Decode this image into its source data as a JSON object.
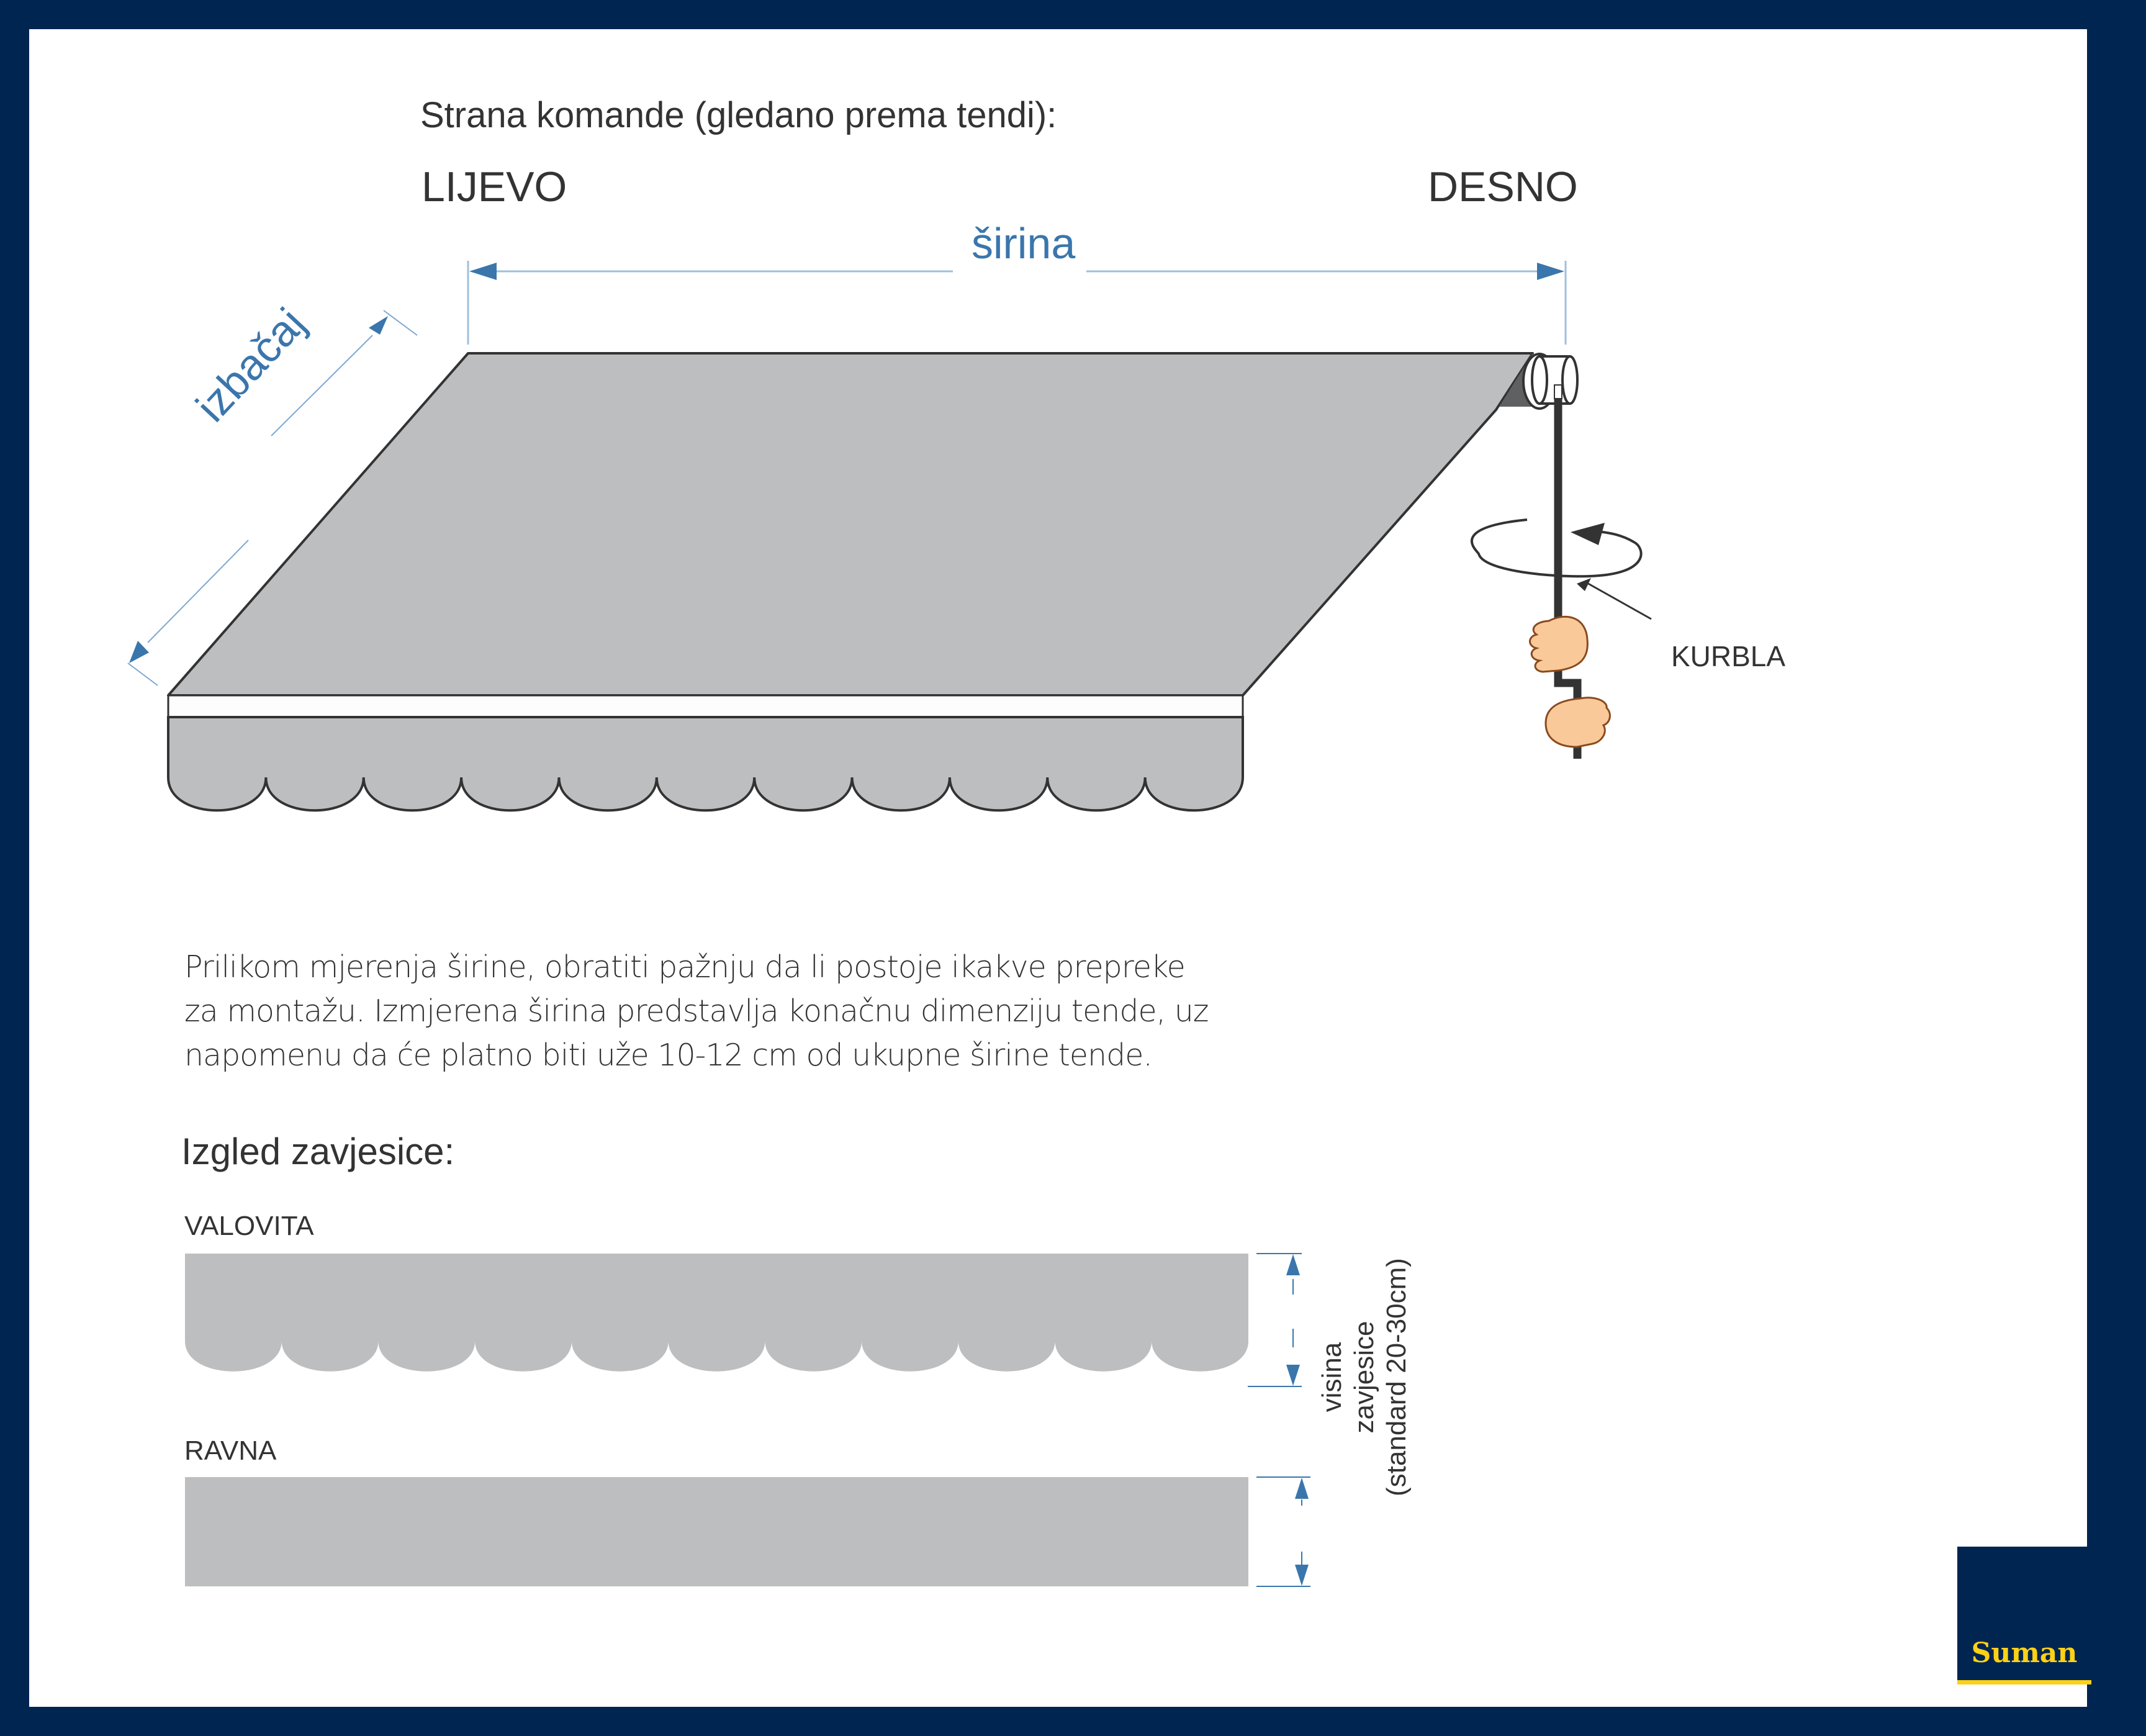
{
  "header": {
    "title": "Strana komande (gledano prema tendi):",
    "left_label": "LIJEVO",
    "right_label": "DESNO"
  },
  "dimensions": {
    "width_label": "širina",
    "projection_label": "izbačaj",
    "crank_label": "KURBLA"
  },
  "note": {
    "lines": [
      "Prilikom mjerenja širine, obratiti pažnju da li postoje ikakve prepreke",
      "za montažu. Izmjerena širina predstavlja konačnu dimenziju tende, uz",
      "napomenu da će platno biti uže 10-12 cm od ukupne širine tende."
    ]
  },
  "valance_section": {
    "heading": "Izgled zavjesice:",
    "types": [
      {
        "label": "VALOVITA"
      },
      {
        "label": "RAVNA"
      }
    ],
    "height_label": {
      "lines": [
        "visina",
        "zavjesice",
        "(standard 20-30cm)"
      ]
    },
    "scallop_count": 11
  },
  "logo": {
    "name": "Suman"
  },
  "colors": {
    "frame": "#002551",
    "accent_blue": "#3a76ac",
    "fabric_gray": "#bdbec0",
    "text": "#333333",
    "logo_yellow": "#fcd116",
    "skin": "#f9c99a"
  }
}
